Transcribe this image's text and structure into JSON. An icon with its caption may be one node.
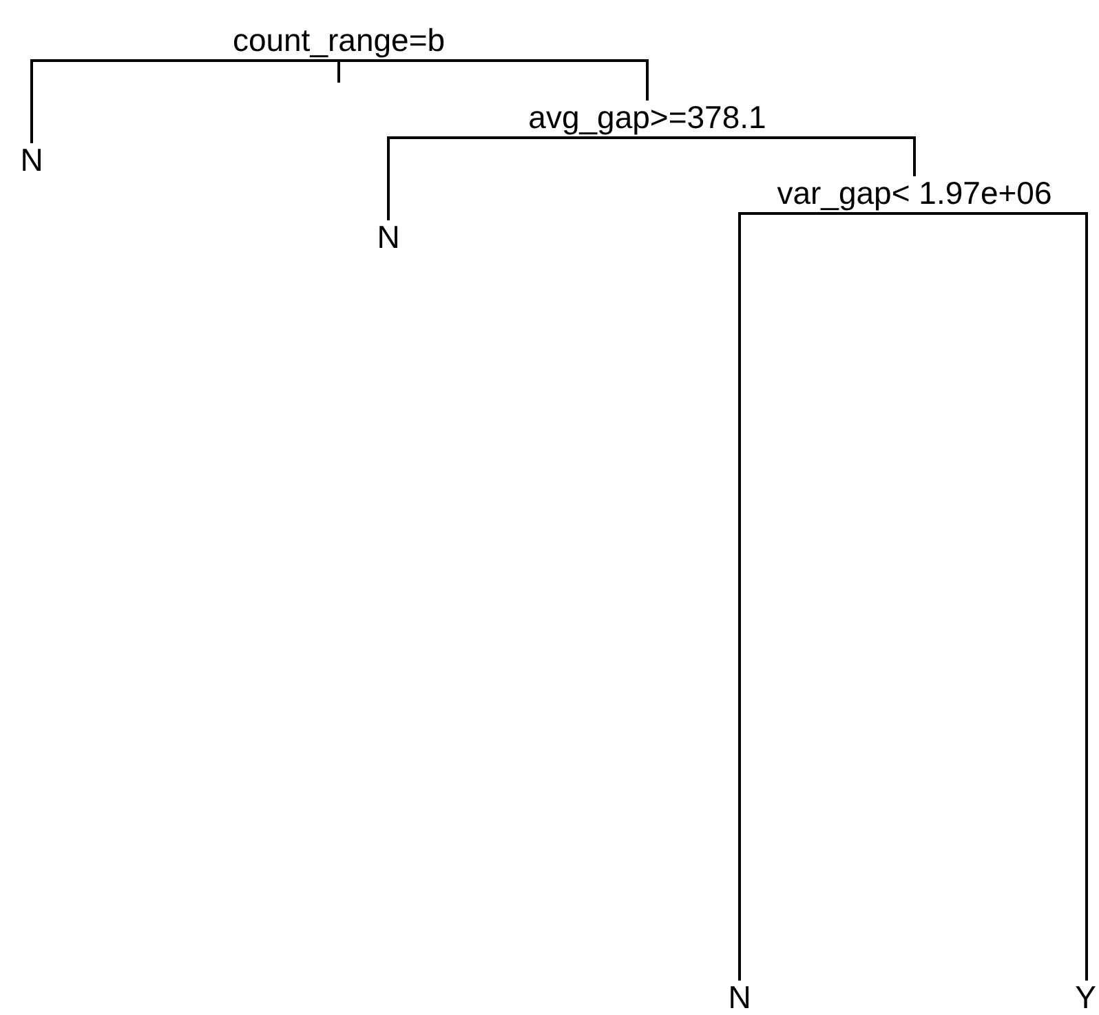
{
  "diagram": {
    "nodes": [
      {
        "text": [
          "count_range=b"
        ]
      },
      {
        "text": [
          "N"
        ]
      },
      {
        "text": [
          "avg_gap>=378.1"
        ]
      },
      {
        "text": [
          "N"
        ]
      },
      {
        "text": [
          "var_gap< 1.97e+06"
        ]
      },
      {
        "text": [
          "N"
        ]
      },
      {
        "text": [
          "Y"
        ]
      }
    ],
    "edges": [
      {
        "from": 0,
        "to": 1,
        "arrow": "none"
      },
      {
        "from": 0,
        "to": 2,
        "arrow": "none"
      },
      {
        "from": 2,
        "to": 3,
        "arrow": "none"
      },
      {
        "from": 2,
        "to": 4,
        "arrow": "none"
      },
      {
        "from": 4,
        "to": 5,
        "arrow": "none"
      },
      {
        "from": 4,
        "to": 6,
        "arrow": "none"
      }
    ]
  }
}
